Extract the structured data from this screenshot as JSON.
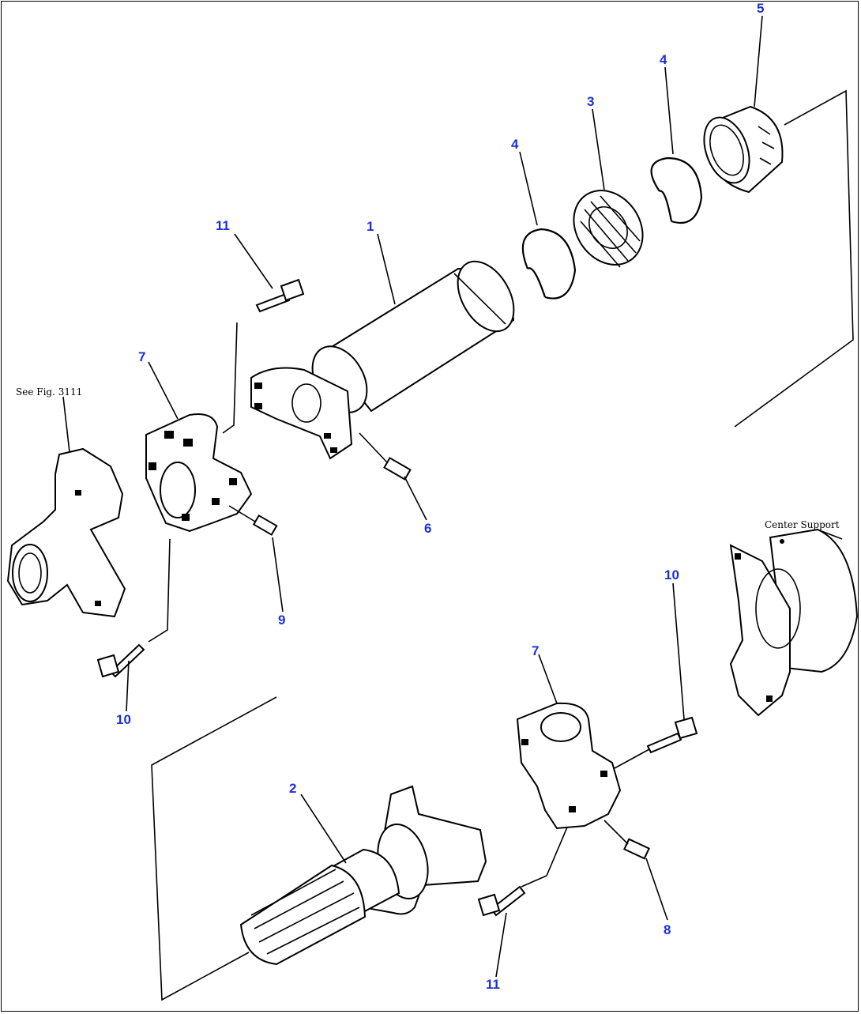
{
  "diagram": {
    "notes": {
      "see_fig": "See Fig. 3111",
      "center_support": "Center Support"
    },
    "callouts": {
      "c1": "1",
      "c2": "2",
      "c3": "3",
      "c4a": "4",
      "c4b": "4",
      "c5": "5",
      "c6": "6",
      "c7a": "7",
      "c7b": "7",
      "c8": "8",
      "c9": "9",
      "c10a": "10",
      "c10b": "10",
      "c11a": "11",
      "c11b": "11"
    },
    "colors": {
      "callout": "#1c2fd6",
      "line": "#000000",
      "background": "#ffffff"
    }
  }
}
